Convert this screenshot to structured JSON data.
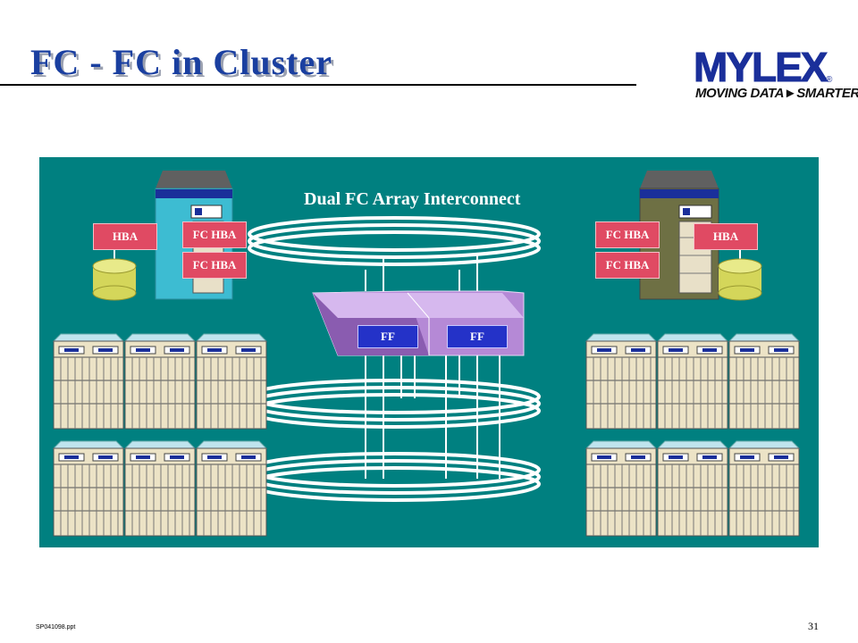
{
  "slide": {
    "title": "FC - FC in Cluster",
    "footer_file": "SP041098.ppt",
    "page_number": "31"
  },
  "logo": {
    "word": "MYLEX",
    "registered": "®",
    "tagline": "MOVING DATA►SMARTER"
  },
  "diagram": {
    "title": "Dual FC Array Interconnect",
    "left_server": {
      "hba": "HBA",
      "fc_hba_1": "FC HBA",
      "fc_hba_2": "FC HBA"
    },
    "right_server": {
      "hba": "HBA",
      "fc_hba_1": "FC HBA",
      "fc_hba_2": "FC HBA"
    },
    "switch": {
      "left_label": "FF",
      "right_label": "FF"
    }
  },
  "colors": {
    "background": "#008080",
    "title": "#1a3fa0",
    "hba_box": "#e04a63",
    "ff_box": "#2432c8"
  }
}
